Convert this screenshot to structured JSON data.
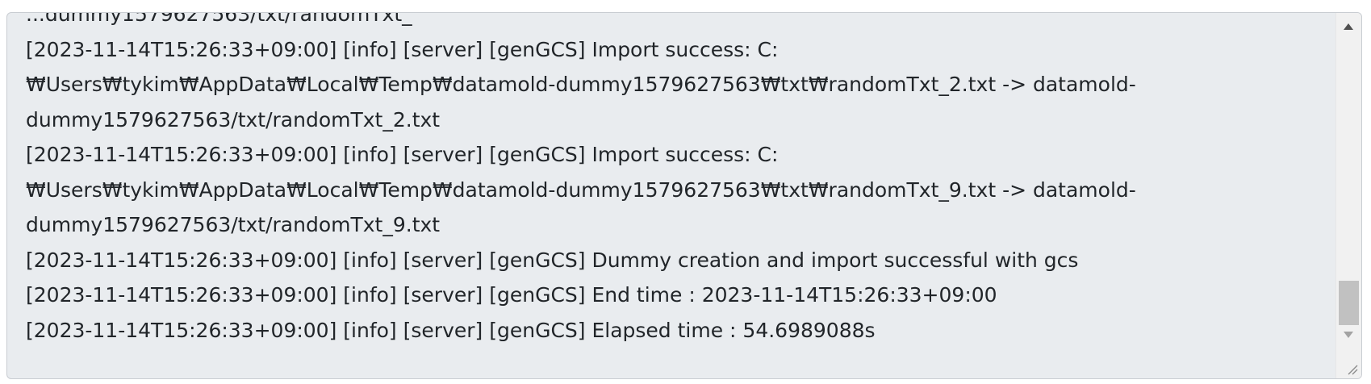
{
  "log": {
    "partial_line": "...dummy1579627563/txt/randomTxt_",
    "lines": [
      "[2023-11-14T15:26:33+09:00] [info] [server] [genGCS] Import success: C:₩Users₩tykim₩AppData₩Local₩Temp₩datamold-dummy1579627563₩txt₩randomTxt_2.txt -> datamold-dummy1579627563/txt/randomTxt_2.txt",
      "[2023-11-14T15:26:33+09:00] [info] [server] [genGCS] Import success: C:₩Users₩tykim₩AppData₩Local₩Temp₩datamold-dummy1579627563₩txt₩randomTxt_9.txt -> datamold-dummy1579627563/txt/randomTxt_9.txt",
      "[2023-11-14T15:26:33+09:00] [info] [server] [genGCS] Dummy creation and import successful with gcs",
      "[2023-11-14T15:26:33+09:00] [info] [server] [genGCS] End time : 2023-11-14T15:26:33+09:00",
      "[2023-11-14T15:26:33+09:00] [info] [server] [genGCS] Elapsed time : 54.6989088s"
    ]
  },
  "scrollbar": {
    "position_fraction": 0.86,
    "up_icon": "triangle-up",
    "down_icon": "triangle-down"
  },
  "resize_handle": {
    "icon": "resize-grip"
  }
}
